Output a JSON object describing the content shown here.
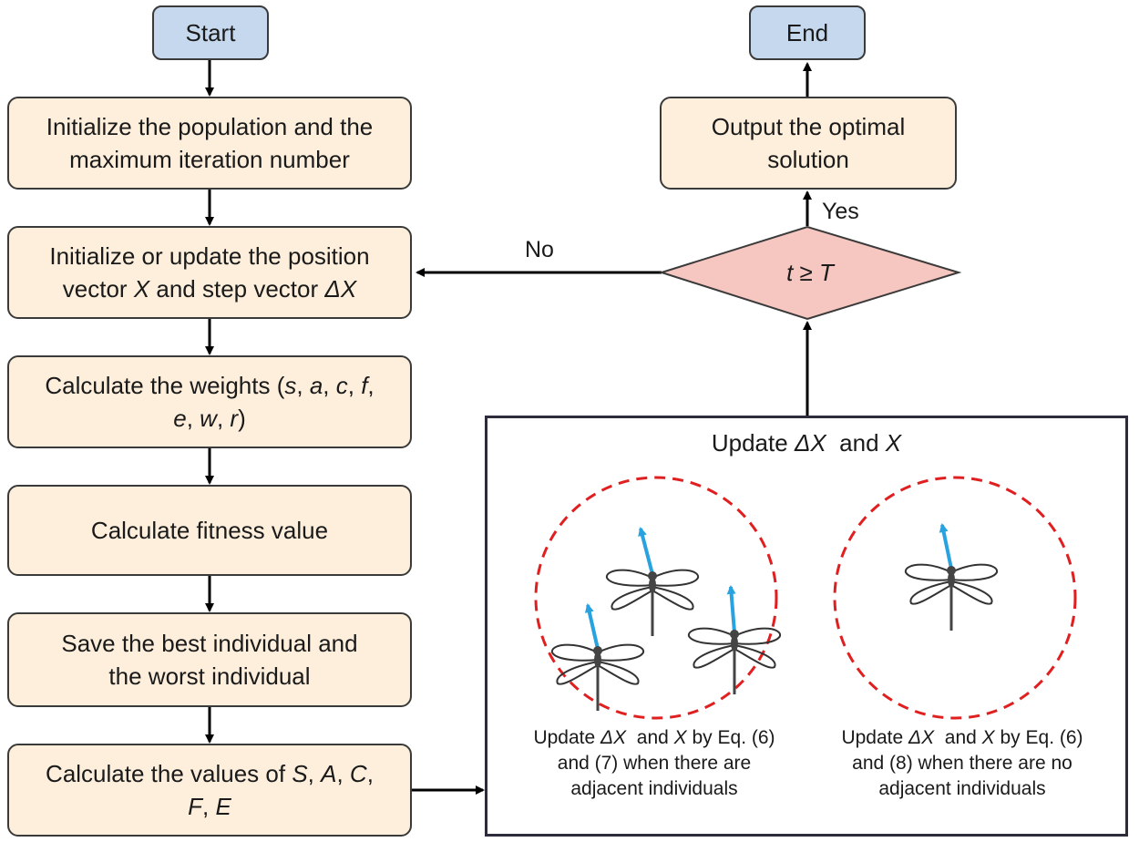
{
  "start": "Start",
  "end": "End",
  "steps": {
    "init_population": [
      "Initialize the population and the",
      "maximum iteration number"
    ],
    "init_update": [
      "Initialize or update the position",
      "vector ",
      "X",
      " and step vector ",
      "ΔX"
    ],
    "weights": [
      "Calculate the weights (",
      "s",
      ", ",
      "a",
      ", ",
      "c",
      ", ",
      "f",
      ",",
      "e",
      ", ",
      "w",
      ", ",
      "r",
      ")"
    ],
    "fitness": "Calculate fitness value",
    "save_best": [
      "Save the best individual and",
      "the worst individual"
    ],
    "values": [
      "Calculate the values of ",
      "S",
      ", ",
      "A",
      ", ",
      "C",
      ",",
      "F",
      ", ",
      "E"
    ],
    "output": [
      "Output the optimal",
      "solution"
    ]
  },
  "decision": {
    "var_t": "t",
    "op": " ≥ ",
    "var_T": "T"
  },
  "labels": {
    "yes": "Yes",
    "no": "No"
  },
  "update_box": {
    "title": [
      "Update ",
      "ΔX",
      "  and ",
      "X"
    ],
    "left_caption": [
      "Update ",
      "ΔX",
      "  and ",
      "X",
      " by Eq. (6)",
      "and (7) when there are",
      "adjacent individuals"
    ],
    "right_caption": [
      "Update ",
      "ΔX",
      "  and ",
      "X",
      " by Eq. (6)",
      "and (8) when there are no",
      "adjacent individuals"
    ]
  },
  "colors": {
    "terminal_fill": "#c5d8ee",
    "process_fill": "#fdefdc",
    "decision_fill": "#f6c6c0",
    "circle_stroke": "#e02020",
    "arrow_blue": "#29a3e0"
  }
}
